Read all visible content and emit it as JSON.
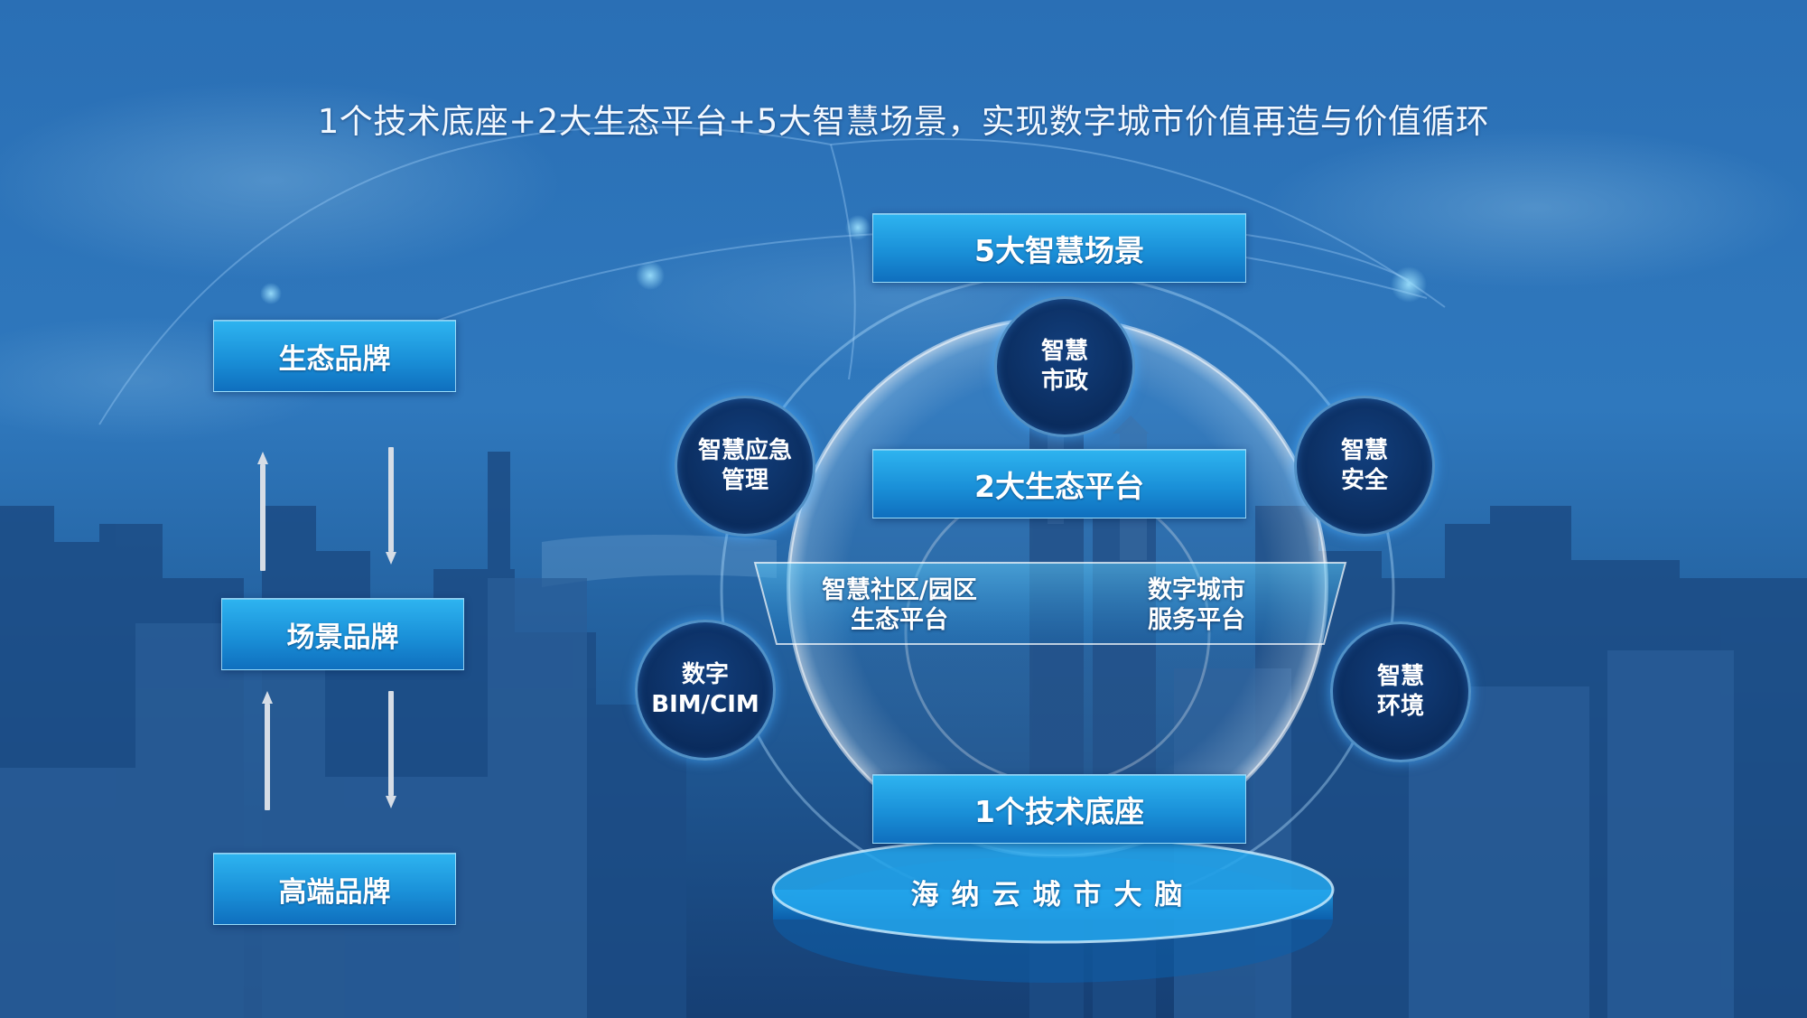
{
  "headline": "1个技术底座+2大生态平台+5大智慧场景，实现数字城市价值再造与价值循环",
  "brands": {
    "top": "生态品牌",
    "middle": "场景品牌",
    "bottom": "高端品牌"
  },
  "layers": {
    "scenes": "5大智慧场景",
    "platforms": "2大生态平台",
    "foundation": "1个技术底座"
  },
  "platforms": {
    "left": "智慧社区/园区\n生态平台",
    "right": "数字城市\n服务平台"
  },
  "scenes": {
    "municipal": "智慧\n市政",
    "emergency": "智慧应急\n管理",
    "security": "智慧\n安全",
    "bim": "数字\nBIM/CIM",
    "environment": "智慧\n环境"
  },
  "base_label": "海纳云城市大脑",
  "colors": {
    "accent_box": "#1a90d8",
    "node_fill": "#0a2b5c",
    "background": "#1b5a9c"
  }
}
